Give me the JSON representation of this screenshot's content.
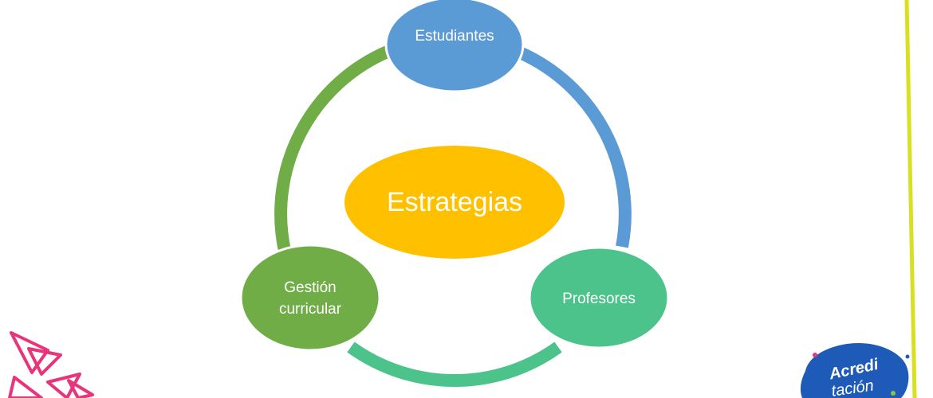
{
  "diagram": {
    "center": {
      "label": "Estrategias",
      "color": "#FFC000"
    },
    "nodes": [
      {
        "id": "estudiantes",
        "lines": [
          "Estudiantes"
        ],
        "color": "#5B9BD5"
      },
      {
        "id": "profesores",
        "lines": [
          "Profesores"
        ],
        "color": "#4CC38A"
      },
      {
        "id": "gestion",
        "lines": [
          "Gestión",
          "curricular"
        ],
        "color": "#70AD47"
      }
    ],
    "arcs": [
      {
        "from": "estudiantes",
        "to": "profesores",
        "color": "#5B9BD5"
      },
      {
        "from": "profesores",
        "to": "gestion",
        "color": "#4CC38A"
      },
      {
        "from": "gestion",
        "to": "estudiantes",
        "color": "#70AD47"
      }
    ]
  },
  "decor": {
    "logo_text_line1": "Acredi",
    "logo_text_line2": "tación",
    "logo_color": "#1E5BB8",
    "pink_shapes_color": "#E8347A",
    "right_line_color": "#D9E021"
  }
}
